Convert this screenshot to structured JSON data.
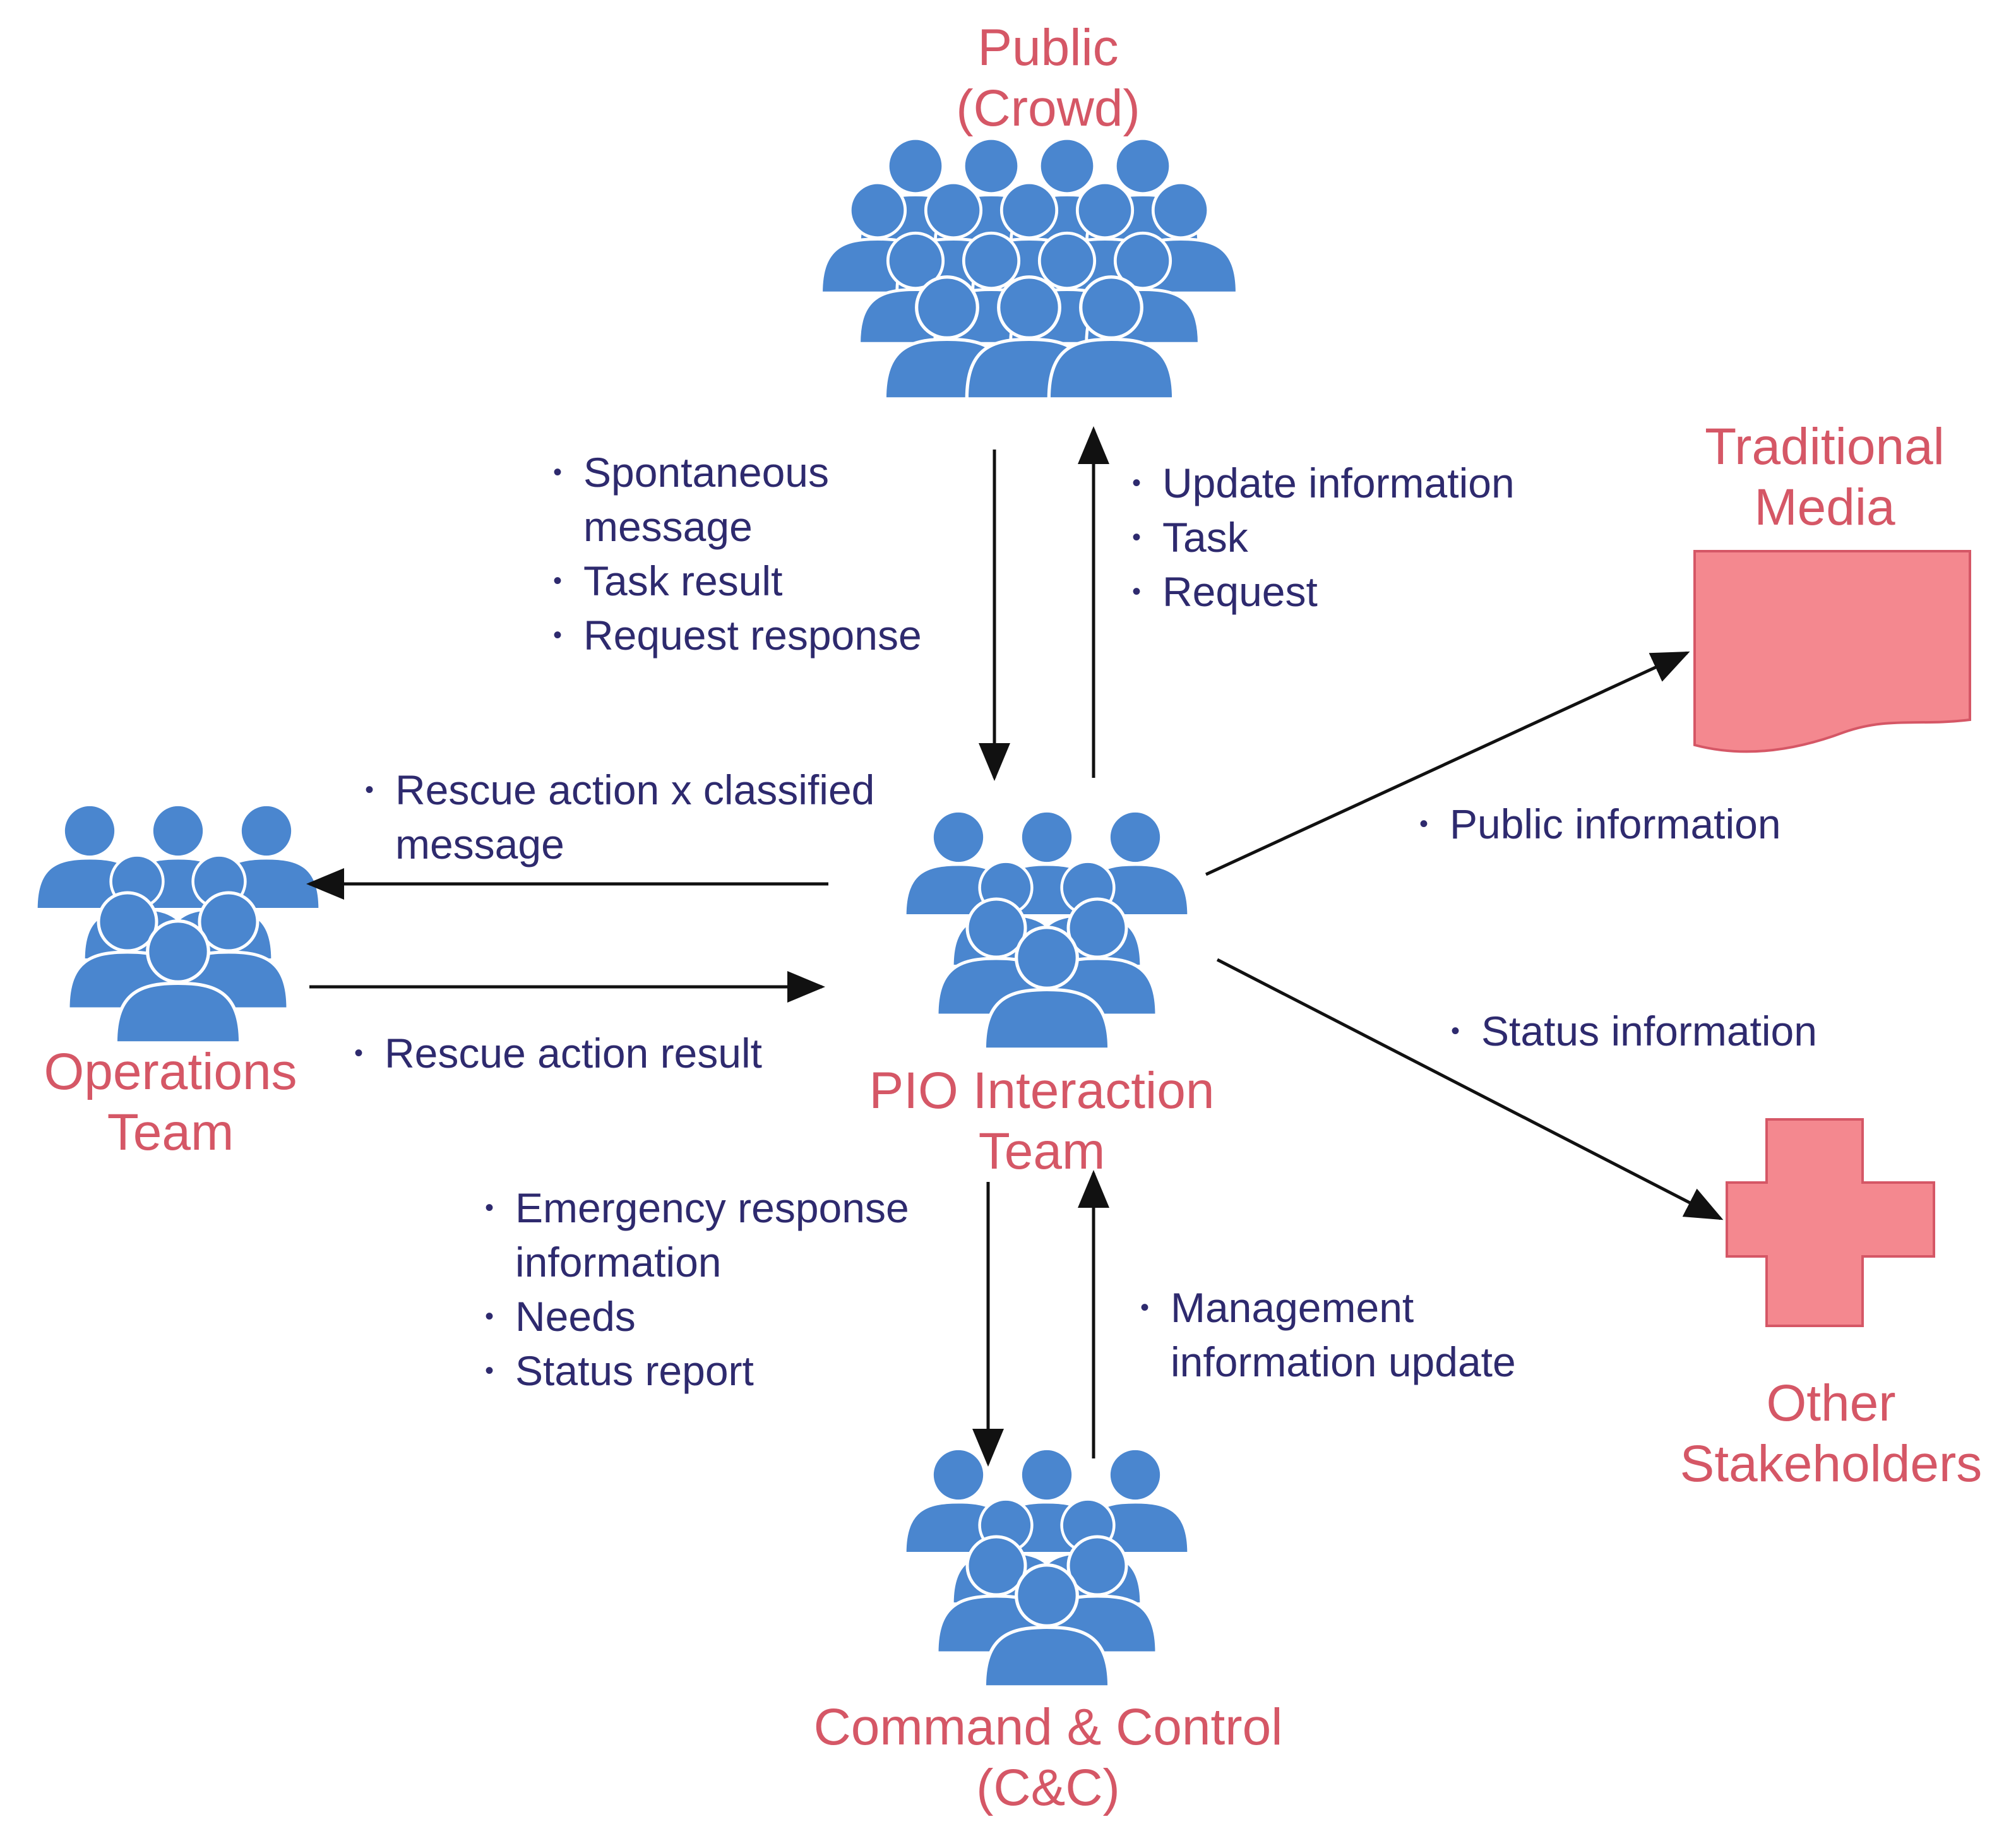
{
  "colors": {
    "node": "#d55766",
    "message": "#2e2a6e",
    "people": "#4a86cf",
    "shape": "#f4888f",
    "arrow": "#111111"
  },
  "nodes": {
    "public": {
      "label_lines": [
        "Public",
        "(Crowd)"
      ],
      "icon": "people-group-icon"
    },
    "pio": {
      "label_lines": [
        "PIO Interaction",
        "Team"
      ],
      "icon": "people-group-icon"
    },
    "operations": {
      "label_lines": [
        "Operations",
        "Team"
      ],
      "icon": "people-group-icon"
    },
    "command": {
      "label_lines": [
        "Command & Control",
        "(C&C)"
      ],
      "icon": "people-group-icon"
    },
    "media": {
      "label_lines": [
        "Traditional",
        "Media"
      ],
      "icon": "document-icon"
    },
    "stakeholders": {
      "label_lines": [
        "Other",
        "Stakeholders"
      ],
      "icon": "cross-icon"
    }
  },
  "messages": {
    "public_to_pio": [
      [
        "Spontaneous",
        "message"
      ],
      [
        "Task result"
      ],
      [
        "Request response"
      ]
    ],
    "pio_to_public": [
      [
        "Update information"
      ],
      [
        "Task"
      ],
      [
        "Request"
      ]
    ],
    "pio_to_operations": [
      [
        "Rescue action x classified",
        "message"
      ]
    ],
    "operations_to_pio": [
      [
        "Rescue action result"
      ]
    ],
    "pio_to_media": [
      [
        "Public information"
      ]
    ],
    "pio_to_stakeholders": [
      [
        "Status information"
      ]
    ],
    "pio_to_command": [
      [
        "Emergency response",
        "information"
      ],
      [
        "Needs"
      ],
      [
        "Status report"
      ]
    ],
    "command_to_pio": [
      [
        "Management",
        "information update"
      ]
    ]
  },
  "bullet_glyph": "•"
}
